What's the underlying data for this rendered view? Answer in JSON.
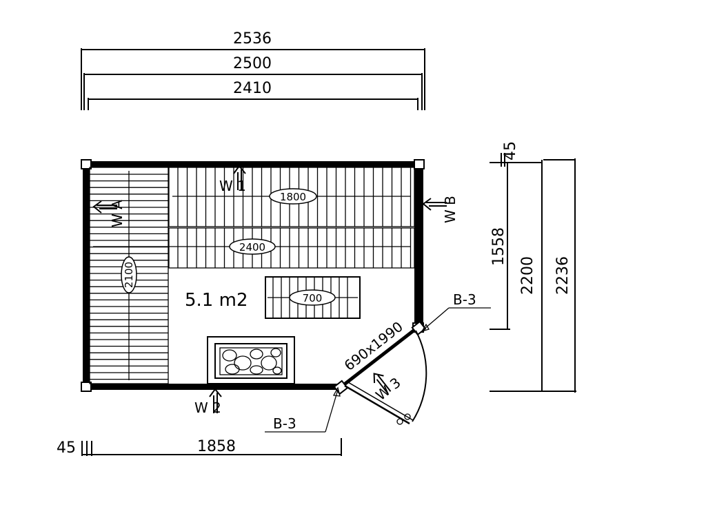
{
  "dimensions": {
    "top_outer": "2536",
    "top_middle": "2500",
    "top_inner": "2410",
    "right_small": "45",
    "right_1558": "1558",
    "right_2200": "2200",
    "right_2236": "2236",
    "bottom_small": "45",
    "bottom_1858": "1858"
  },
  "benches": {
    "bench_1800": "1800",
    "bench_2400": "2400",
    "bench_2100": "2100",
    "bench_700": "700"
  },
  "area_label": "5.1 m2",
  "door_size": "690x1990",
  "wall_labels": {
    "w1": "W 1",
    "w2": "W 2",
    "w3": "W 3",
    "wa": "W A",
    "wb": "W B"
  },
  "callouts": {
    "b3_top": "B-3",
    "b3_bottom": "B-3"
  }
}
